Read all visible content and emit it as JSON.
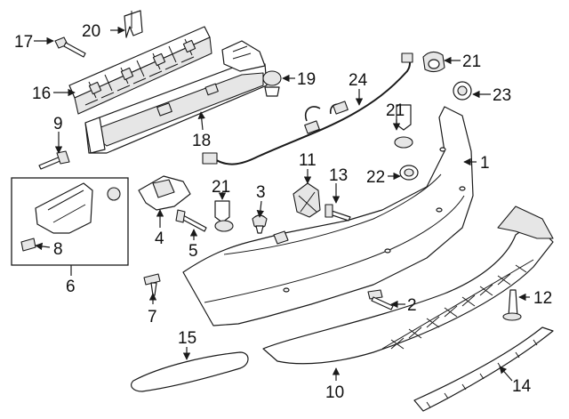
{
  "diagram": {
    "callouts": [
      {
        "id": "c1",
        "label": "1"
      },
      {
        "id": "c2",
        "label": "2"
      },
      {
        "id": "c3",
        "label": "3"
      },
      {
        "id": "c4",
        "label": "4"
      },
      {
        "id": "c5",
        "label": "5"
      },
      {
        "id": "c6",
        "label": "6"
      },
      {
        "id": "c7",
        "label": "7"
      },
      {
        "id": "c8",
        "label": "8"
      },
      {
        "id": "c9",
        "label": "9"
      },
      {
        "id": "c10",
        "label": "10"
      },
      {
        "id": "c11",
        "label": "11"
      },
      {
        "id": "c12",
        "label": "12"
      },
      {
        "id": "c13",
        "label": "13"
      },
      {
        "id": "c14",
        "label": "14"
      },
      {
        "id": "c15",
        "label": "15"
      },
      {
        "id": "c16",
        "label": "16"
      },
      {
        "id": "c17",
        "label": "17"
      },
      {
        "id": "c18",
        "label": "18"
      },
      {
        "id": "c19",
        "label": "19"
      },
      {
        "id": "c20",
        "label": "20"
      },
      {
        "id": "c21a",
        "label": "21"
      },
      {
        "id": "c21b",
        "label": "21"
      },
      {
        "id": "c21c",
        "label": "21"
      },
      {
        "id": "c22",
        "label": "22"
      },
      {
        "id": "c23",
        "label": "23"
      },
      {
        "id": "c24",
        "label": "24"
      }
    ]
  }
}
